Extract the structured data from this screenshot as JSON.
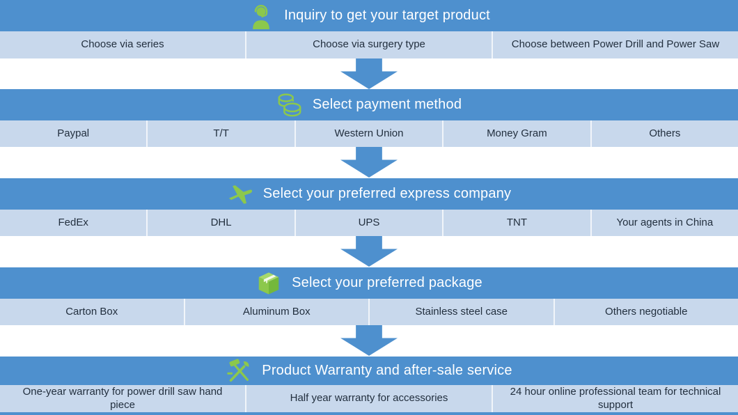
{
  "colors": {
    "header_blue": "#4E90CE",
    "option_row_blue": "#C8D8EC",
    "arrow_blue": "#4E90CE",
    "icon_green": "#8CC84C",
    "header_text": "#FFFFFF",
    "option_text": "#222F3E"
  },
  "sections": [
    {
      "title": "Inquiry to get your target product",
      "icon": "headset-person-icon",
      "options": [
        "Choose via series",
        "Choose via surgery type",
        "Choose between Power Drill and Power Saw"
      ]
    },
    {
      "title": "Select payment method",
      "icon": "coins-icon",
      "options": [
        "Paypal",
        "T/T",
        "Western Union",
        "Money Gram",
        "Others"
      ]
    },
    {
      "title": "Select your preferred express company",
      "icon": "airplane-icon",
      "options": [
        "FedEx",
        "DHL",
        "UPS",
        "TNT",
        "Your agents in China"
      ]
    },
    {
      "title": "Select your preferred package",
      "icon": "package-icon",
      "options": [
        "Carton Box",
        "Aluminum Box",
        "Stainless steel case",
        "Others negotiable"
      ]
    },
    {
      "title": "Product Warranty and after-sale service",
      "icon": "tools-icon",
      "options": [
        "One-year warranty for power drill saw hand piece",
        "Half year warranty for accessories",
        "24 hour online professional team for technical support"
      ]
    }
  ]
}
